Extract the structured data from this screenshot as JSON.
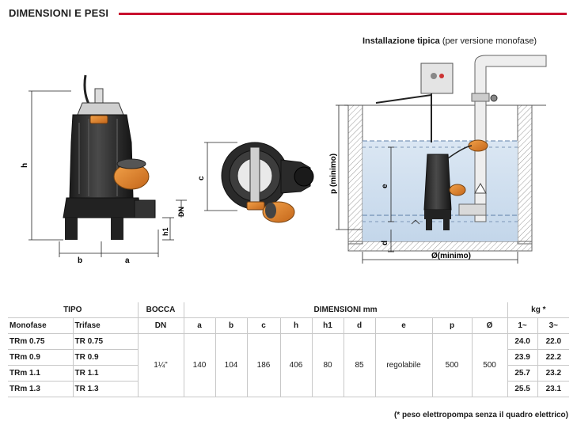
{
  "header": {
    "title": "DIMENSIONI E PESI"
  },
  "installation": {
    "title": "Installazione tipica",
    "subtitle": "(per versione monofase)"
  },
  "diagram_labels": {
    "h": "h",
    "a": "a",
    "b": "b",
    "c": "c",
    "dn": "DN",
    "h1": "h1",
    "p": "p (minimo)",
    "e": "e",
    "d": "d",
    "diam": "Ø(minimo)"
  },
  "table": {
    "group_headers": {
      "tipo": "TIPO",
      "bocca": "BOCCA",
      "dimensioni": "DIMENSIONI mm",
      "kg": "kg *"
    },
    "sub_headers": {
      "monofase": "Monofase",
      "trifase": "Trifase",
      "dn": "DN",
      "a": "a",
      "b": "b",
      "c": "c",
      "h": "h",
      "h1": "h1",
      "d": "d",
      "e": "e",
      "p": "p",
      "diam": "Ø",
      "kg1": "1~",
      "kg3": "3~"
    },
    "rows": [
      {
        "mono": "TRm 0.75",
        "tri": "TR 0.75",
        "kg1": "24.0",
        "kg3": "22.0"
      },
      {
        "mono": "TRm 0.9",
        "tri": "TR 0.9",
        "kg1": "23.9",
        "kg3": "22.2"
      },
      {
        "mono": "TRm 1.1",
        "tri": "TR 1.1",
        "kg1": "25.7",
        "kg3": "23.2"
      },
      {
        "mono": "TRm 1.3",
        "tri": "TR 1.3",
        "kg1": "25.5",
        "kg3": "23.1"
      }
    ],
    "shared": {
      "dn": "1¼\"",
      "a": "140",
      "b": "104",
      "c": "186",
      "h": "406",
      "h1": "80",
      "d": "85",
      "e": "regolabile",
      "p": "500",
      "diam": "500"
    }
  },
  "footnote": "(* peso elettropompa senza il quadro elettrico)"
}
